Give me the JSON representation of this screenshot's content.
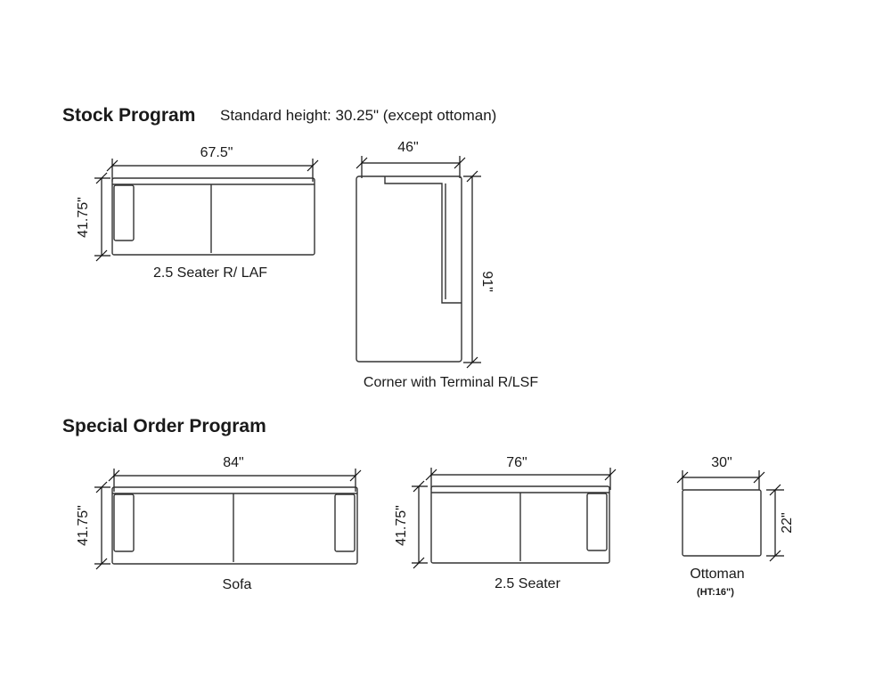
{
  "stock": {
    "title": "Stock Program",
    "subtitle": "Standard height: 30.25\" (except ottoman)",
    "seater": {
      "width": "67.5\"",
      "depth": "41.75\"",
      "caption": "2.5 Seater R/ LAF"
    },
    "corner": {
      "width": "46\"",
      "depth": "91\"",
      "caption": "Corner with Terminal R/LSF"
    }
  },
  "special": {
    "title": "Special Order Program",
    "sofa": {
      "width": "84\"",
      "depth": "41.75\"",
      "caption": "Sofa"
    },
    "seater": {
      "width": "76\"",
      "depth": "41.75\"",
      "caption": "2.5 Seater"
    },
    "ottoman": {
      "width": "30\"",
      "depth": "22\"",
      "caption": "Ottoman",
      "note": "(HT:16\")"
    }
  }
}
